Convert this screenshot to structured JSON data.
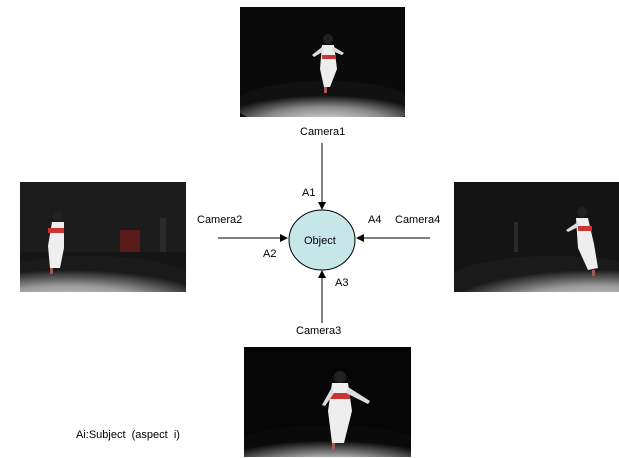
{
  "nodes": {
    "object": "Object"
  },
  "cameras": [
    {
      "label": "Camera1",
      "angle": "A1"
    },
    {
      "label": "Camera2",
      "angle": "A2"
    },
    {
      "label": "Camera3",
      "angle": "A3"
    },
    {
      "label": "Camera4",
      "angle": "A4"
    }
  ],
  "legend": "Ai:Subject  (aspect  i)",
  "colors": {
    "object_fill": "#c6e6e8",
    "object_stroke": "#000000",
    "photo_bg": "#080808",
    "floor_light": "#d9d9d9"
  }
}
